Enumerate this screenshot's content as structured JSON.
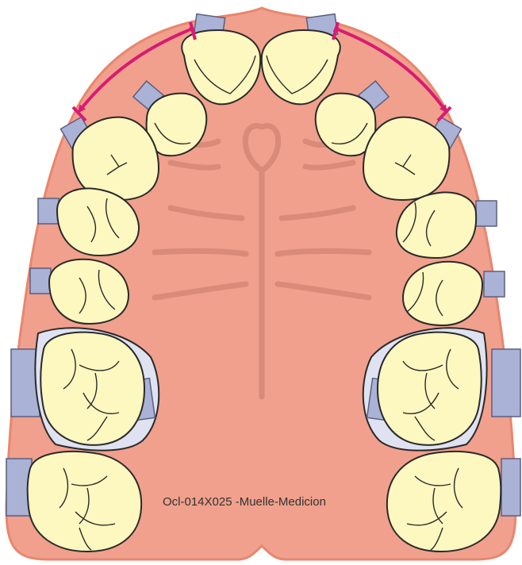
{
  "caption": "Ocl-014X025 -Muelle-Medicion",
  "colors": {
    "gum": "#f0a08c",
    "gum_edge": "#e8866e",
    "palate_lines": "#d98a78",
    "tooth": "#fdf7c0",
    "tooth_outline": "#2a2a2a",
    "bracket": "#aab2d6",
    "bracket_outline": "#5a5f80",
    "measure_arrow": "#d81b72"
  },
  "icons": [
    "measurement-arrow-left",
    "measurement-arrow-right"
  ]
}
